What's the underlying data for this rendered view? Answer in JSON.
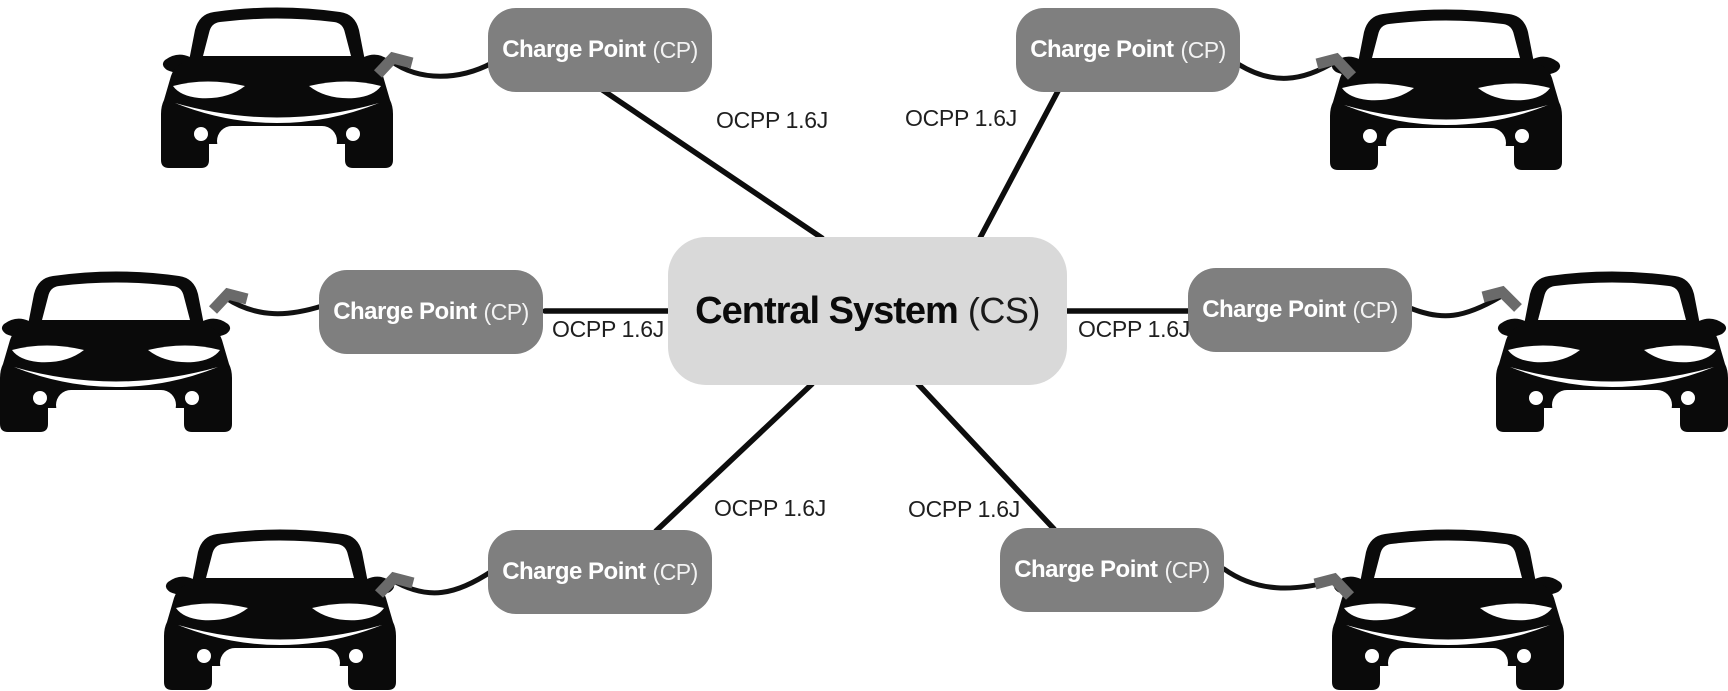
{
  "central_system": {
    "name": "Central System",
    "abbr": "(CS)"
  },
  "charge_points": [
    {
      "position": "top-left",
      "name": "Charge Point",
      "abbr": "(CP)",
      "protocol": "OCPP 1.6J"
    },
    {
      "position": "top-right",
      "name": "Charge Point",
      "abbr": "(CP)",
      "protocol": "OCPP 1.6J"
    },
    {
      "position": "middle-left",
      "name": "Charge Point",
      "abbr": "(CP)",
      "protocol": "OCPP 1.6J"
    },
    {
      "position": "middle-right",
      "name": "Charge Point",
      "abbr": "(CP)",
      "protocol": "OCPP 1.6J"
    },
    {
      "position": "bottom-left",
      "name": "Charge Point",
      "abbr": "(CP)",
      "protocol": "OCPP 1.6J"
    },
    {
      "position": "bottom-right",
      "name": "Charge Point",
      "abbr": "(CP)",
      "protocol": "OCPP 1.6J"
    }
  ],
  "colors": {
    "background": "#ffffff",
    "central_node_bg": "#d9d9d9",
    "central_node_text": "#0b0b0b",
    "charge_point_bg": "#7f7f7f",
    "charge_point_text": "#ffffff",
    "connection_line": "#0d0d0d",
    "protocol_text": "#1f1f1f",
    "car_silhouette": "#0a0a0a",
    "charging_plug": "#6a6a6a"
  }
}
